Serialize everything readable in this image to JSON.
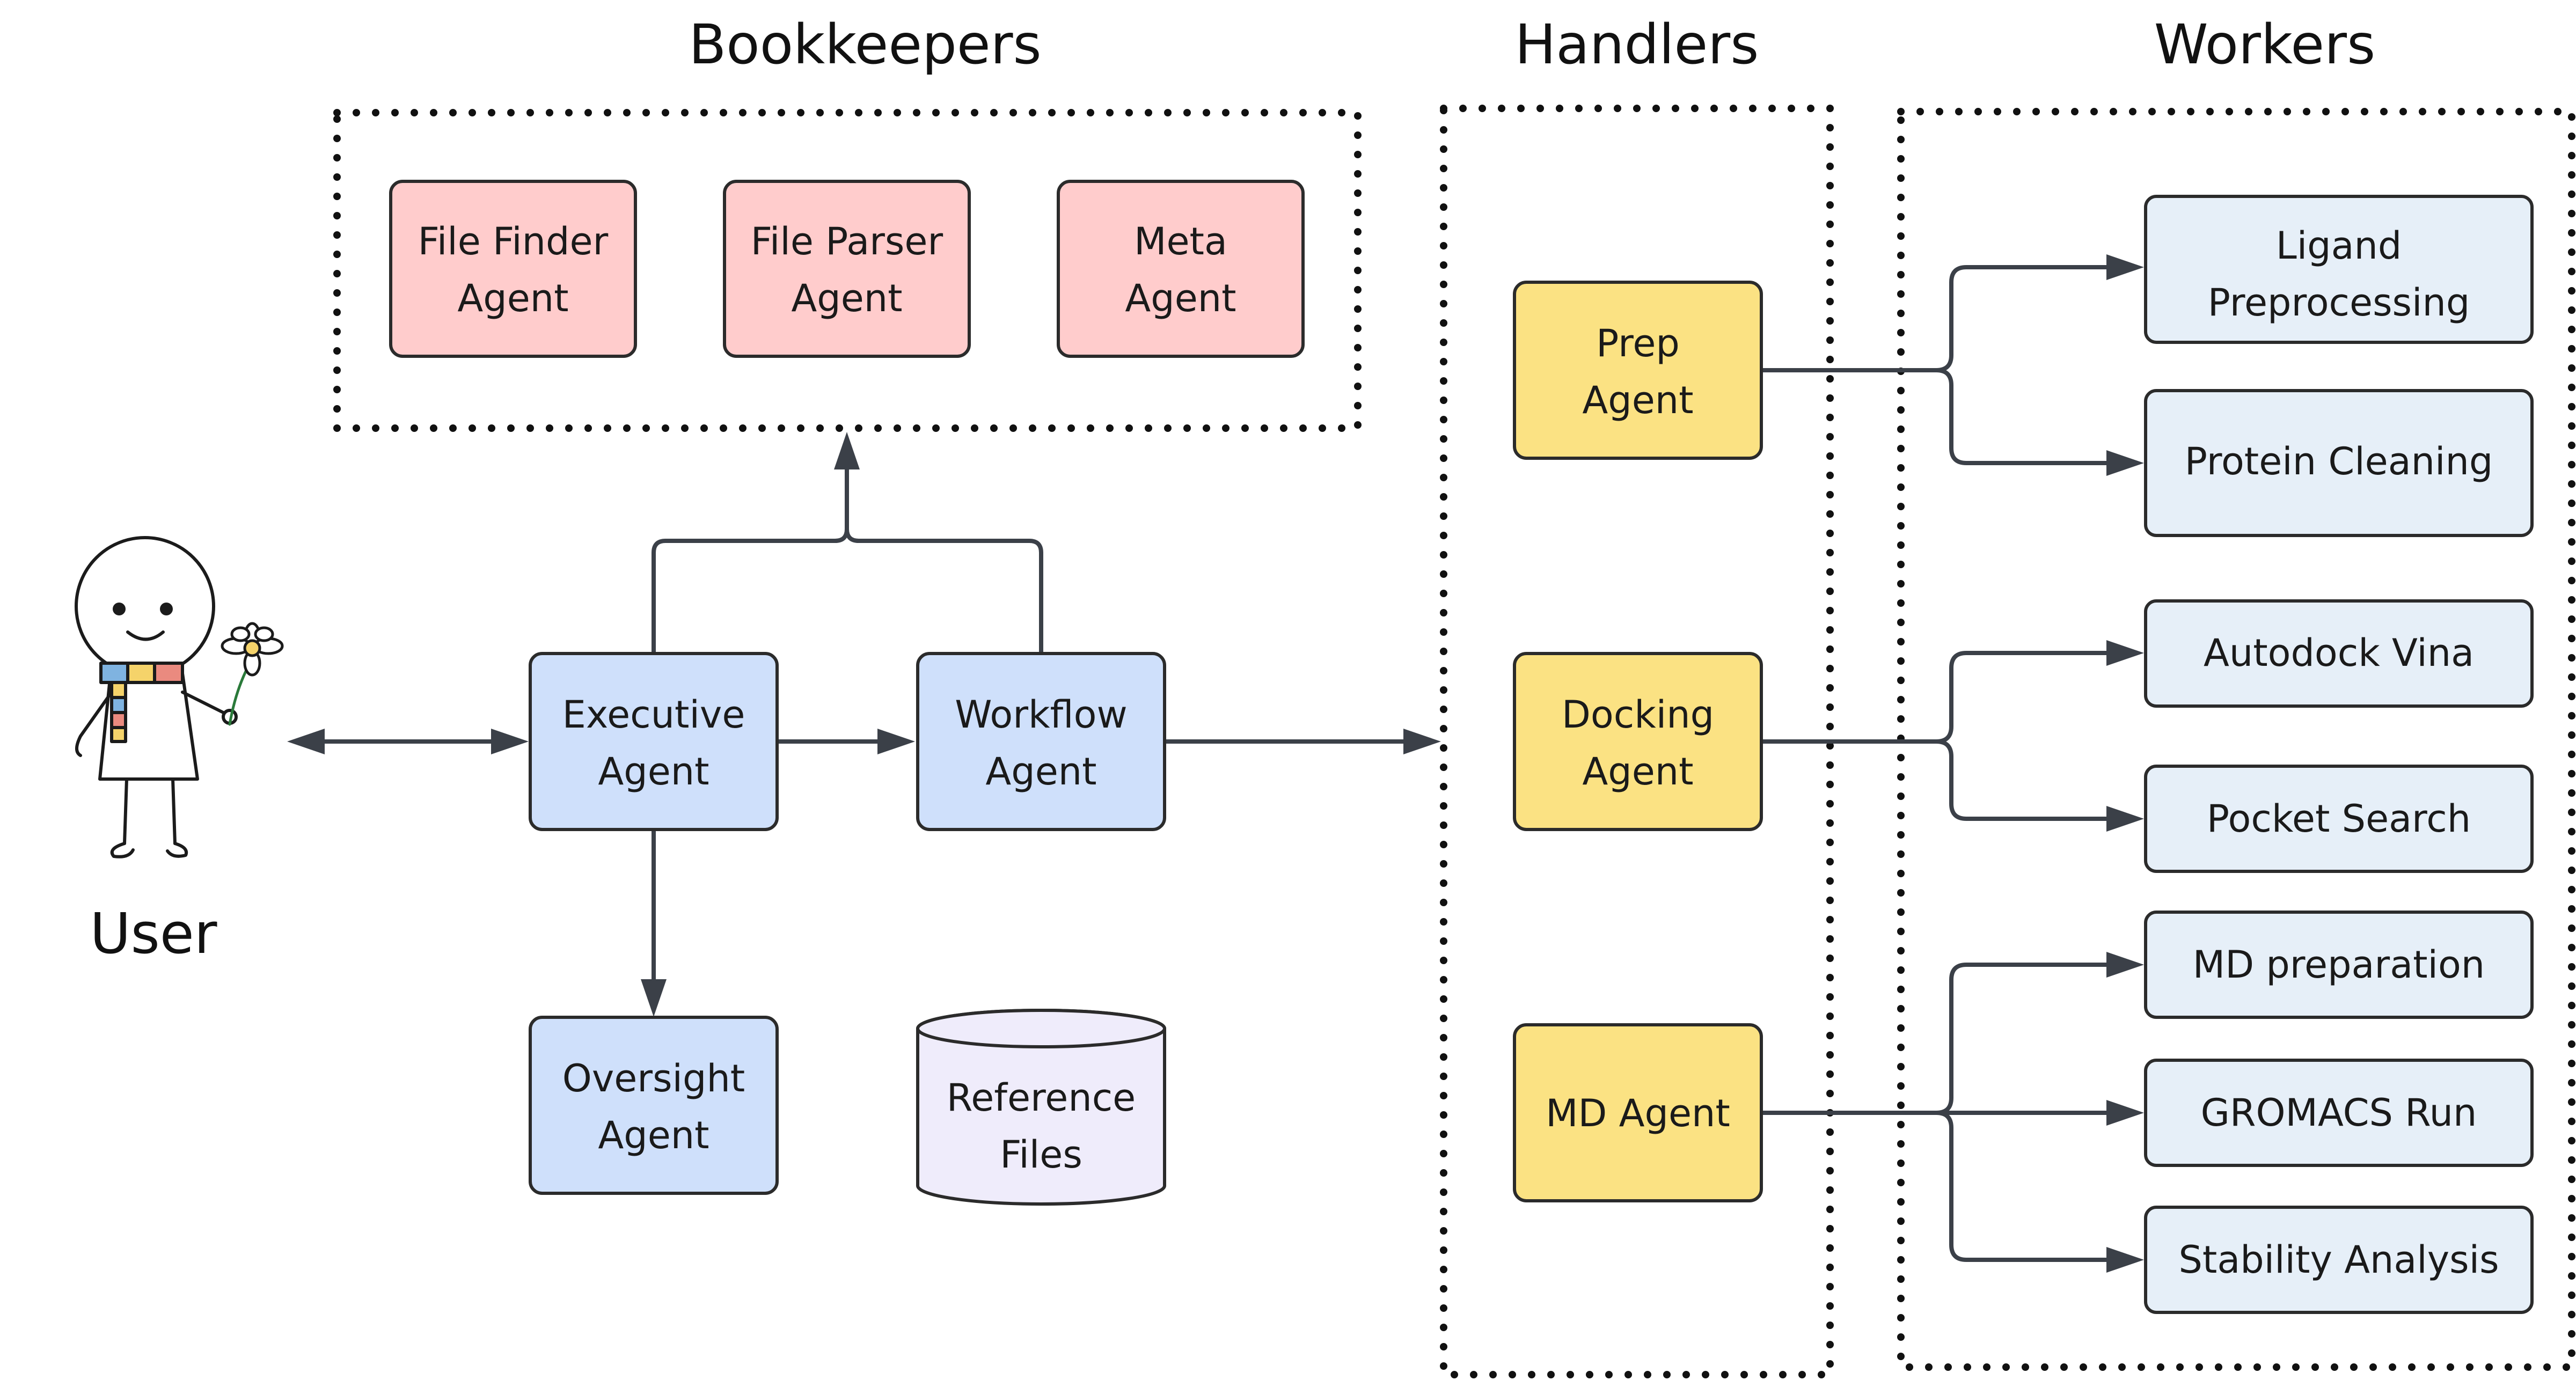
{
  "groups": {
    "bookkeepers": "Bookkeepers",
    "handlers": "Handlers",
    "workers": "Workers"
  },
  "user": {
    "label": "User"
  },
  "bookkeeper_nodes": [
    {
      "line1": "File Finder",
      "line2": "Agent"
    },
    {
      "line1": "File Parser",
      "line2": "Agent"
    },
    {
      "line1": "Meta",
      "line2": "Agent"
    }
  ],
  "core_nodes": {
    "executive": {
      "line1": "Executive",
      "line2": "Agent"
    },
    "workflow": {
      "line1": "Workflow",
      "line2": "Agent"
    },
    "oversight": {
      "line1": "Oversight",
      "line2": "Agent"
    },
    "reference": {
      "line1": "Reference",
      "line2": "Files"
    }
  },
  "handler_nodes": [
    {
      "line1": "Prep",
      "line2": "Agent"
    },
    {
      "line1": "Docking",
      "line2": "Agent"
    },
    {
      "line1": "MD Agent"
    }
  ],
  "worker_nodes": [
    {
      "line1": "Ligand",
      "line2": "Preprocessing"
    },
    {
      "line1": "Protein Cleaning"
    },
    {
      "line1": "Autodock Vina"
    },
    {
      "line1": "Pocket Search"
    },
    {
      "line1": "MD preparation"
    },
    {
      "line1": "GROMACS Run"
    },
    {
      "line1": "Stability Analysis"
    }
  ],
  "colors": {
    "bookkeeper_fill": "#ffcccc",
    "core_fill": "#cfe0fb",
    "handler_fill": "#fbe283",
    "worker_fill": "#e6eff8",
    "reference_fill": "#efecfb",
    "connector": "#3b4048"
  },
  "icons": [
    "stick-figure-user-icon",
    "daisy-flower-icon",
    "cylinder-database-icon"
  ]
}
